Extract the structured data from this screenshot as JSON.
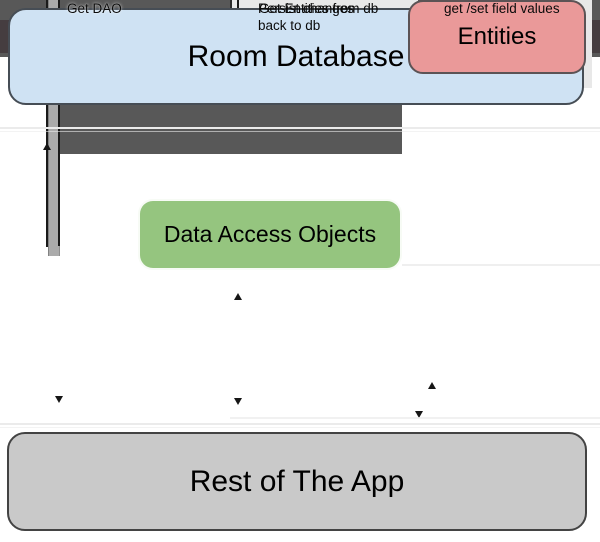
{
  "diagram": {
    "nodes": {
      "room_database": {
        "label": "Room Database",
        "fill": "#cfe2f3"
      },
      "data_access_objects": {
        "label": "Data Access Objects",
        "fill": "#95c57f"
      },
      "entities": {
        "label": "Entities",
        "fill": "#ea9999"
      },
      "rest_of_the_app": {
        "label": "Rest of The App",
        "fill": "#c9c9c9"
      }
    },
    "edge_labels": {
      "get_dao": "Get DAO",
      "get_entities_from_db": "Get Entities from db",
      "persist_changes": "Persist changes back to db",
      "get_set_field_values": "get /set field values"
    },
    "colors": {
      "flow_gray": "#585858",
      "flow_dark_band": "#453d40",
      "connector_light_bar": "#ababab",
      "panel_light": "#e8e8e8",
      "arrow_line": "#1a1a1a"
    }
  }
}
